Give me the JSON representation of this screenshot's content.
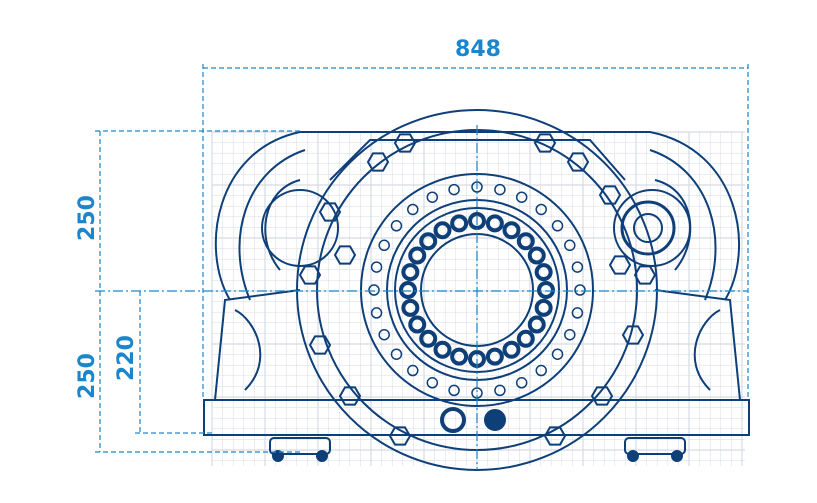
{
  "dimensions": {
    "width_total": "848",
    "height_upper": "250",
    "height_lower": "250",
    "height_axis": "220"
  },
  "colors": {
    "line": "#0e3f78",
    "dimension": "#1b86cc",
    "grid": "#d6dbe3"
  }
}
